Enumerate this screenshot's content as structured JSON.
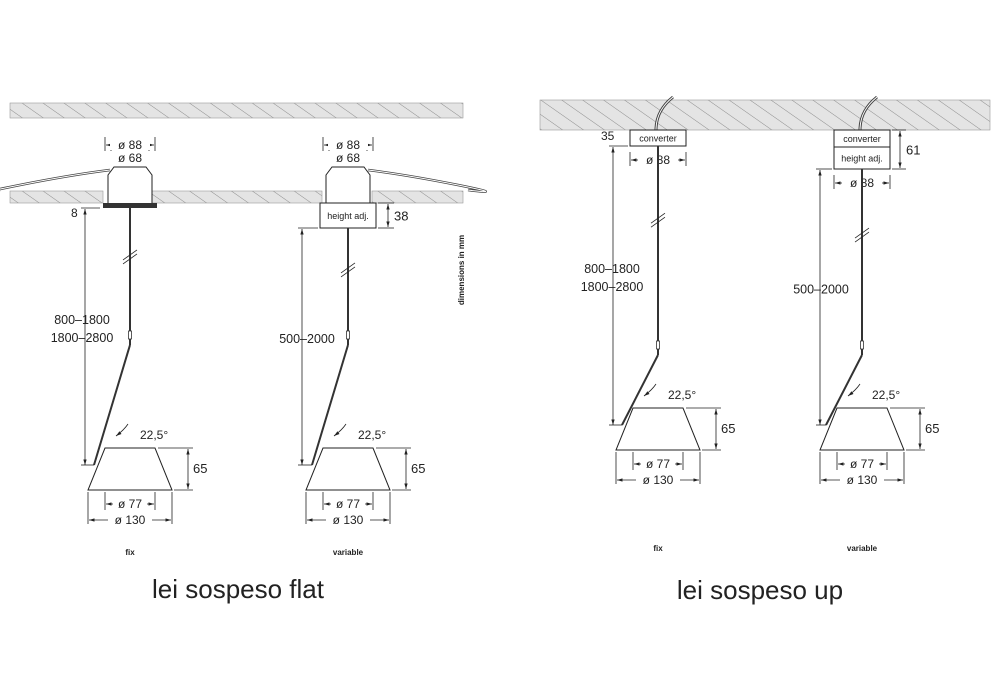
{
  "panels": [
    {
      "title": "lei sospeso flat",
      "lamps": [
        {
          "label": "fix",
          "top_dim": "ø 88",
          "inner_dim": "ø 68",
          "gap_dim": "8",
          "length": [
            "800–1800",
            "1800–2800"
          ],
          "angle": "22,5°",
          "shade_height": "65",
          "shade_top": "ø 77",
          "shade_bottom": "ø 130"
        },
        {
          "label": "variable",
          "top_dim": "ø 88",
          "inner_dim": "ø 68",
          "box": [
            "height adj."
          ],
          "box_dim": "38",
          "length": [
            "500–2000"
          ],
          "angle": "22,5°",
          "shade_height": "65",
          "shade_top": "ø 77",
          "shade_bottom": "ø 130"
        }
      ],
      "note": "dimensions in mm"
    },
    {
      "title": "lei sospeso up",
      "lamps": [
        {
          "label": "fix",
          "top_dim": "ø 88",
          "box": [
            "converter"
          ],
          "box_dim": "35",
          "length": [
            "800–1800",
            "1800–2800"
          ],
          "angle": "22,5°",
          "shade_height": "65",
          "shade_top": "ø 77",
          "shade_bottom": "ø 130"
        },
        {
          "label": "variable",
          "top_dim": "ø 88",
          "box": [
            "converter",
            "height adj."
          ],
          "box_dim": "61",
          "length": [
            "500–2000"
          ],
          "angle": "22,5°",
          "shade_height": "65",
          "shade_top": "ø 77",
          "shade_bottom": "ø 130"
        }
      ]
    }
  ]
}
